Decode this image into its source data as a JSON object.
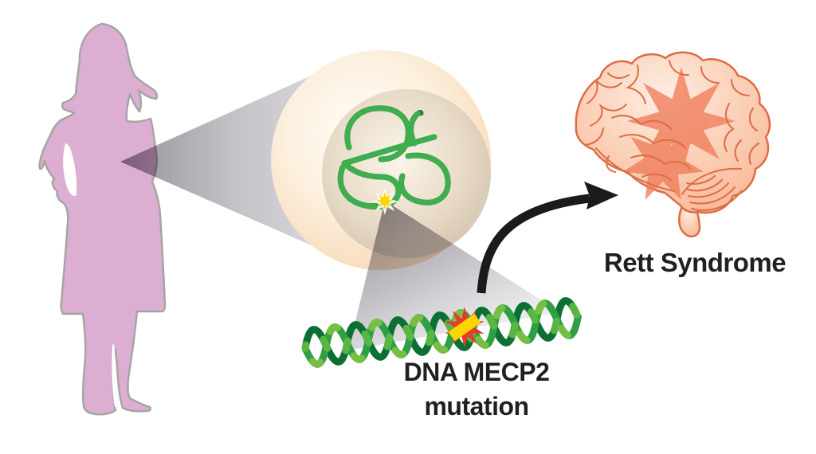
{
  "figure": {
    "background_color": "#ffffff",
    "description": "Illustration linking a DNA MECP2 mutation inside a cell of a girl to Rett Syndrome in the brain"
  },
  "girl": {
    "icon": "girl-silhouette-icon",
    "fill_color": "#dcaed2",
    "outline_color": "#a5a5a5"
  },
  "zoom_cones": {
    "icon": "magnify-cone-icon",
    "color_dark": "#8e8994",
    "color_light": "#efeff0"
  },
  "cell": {
    "icon": "cell-icon",
    "membrane_color": "#f4d2a8",
    "nucleus_color": "#cfc0ab",
    "chromatin_color": "#2f9e44",
    "mutation_marker_color": "#ffd400"
  },
  "dna": {
    "icon": "dna-helix-icon",
    "strand_color_dark": "#0c6f33",
    "strand_color_bright": "#2f9e44",
    "strand_highlight": "#72bf44",
    "mutation_star_red": "#e8392b",
    "mutation_star_yellow": "#ffd400"
  },
  "arrow": {
    "icon": "curved-arrow-icon",
    "color": "#1c1a1b"
  },
  "brain": {
    "icon": "brain-icon",
    "fill_color": "#fbcfb5",
    "outline_color": "#dd6c44",
    "starburst_color": "#ef7c5a"
  },
  "labels": {
    "dna_caption_line1": "DNA MECP2",
    "dna_caption_line2": "mutation",
    "brain_caption": "Rett Syndrome",
    "text_color": "#231f20"
  }
}
